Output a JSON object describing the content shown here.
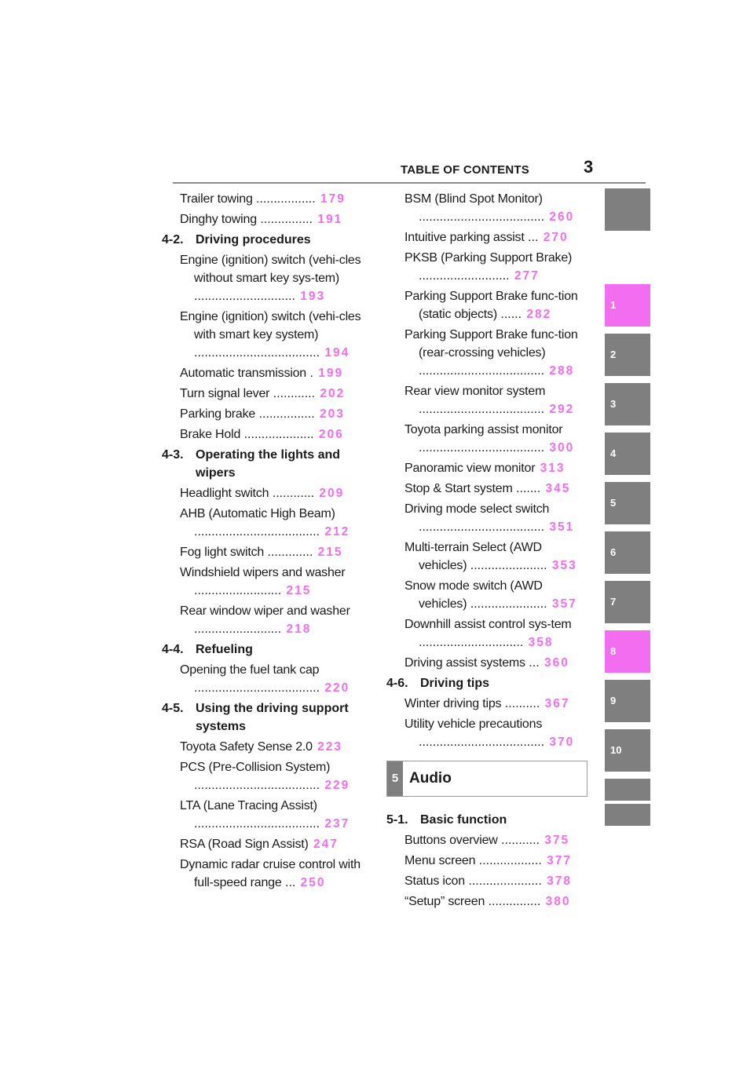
{
  "header": {
    "title": "TABLE OF CONTENTS",
    "page_number": "3"
  },
  "tabs": [
    "",
    "1",
    "2",
    "3",
    "4",
    "5",
    "6",
    "7",
    "8",
    "9",
    "10",
    "",
    ""
  ],
  "left_column": [
    {
      "kind": "entry",
      "text": "Trailer towing",
      "dots": ".................",
      "page": "179"
    },
    {
      "kind": "entry",
      "text": "Dinghy towing",
      "dots": "...............",
      "page": "191"
    },
    {
      "kind": "section",
      "num": "4-2.",
      "text": "Driving procedures"
    },
    {
      "kind": "entry",
      "text": "Engine (ignition) switch (vehi-cles without smart key sys-tem)",
      "dots": ".............................",
      "page": "193"
    },
    {
      "kind": "entry",
      "text": "Engine (ignition) switch (vehi-cles with smart key system)",
      "dots": "....................................",
      "page": "194"
    },
    {
      "kind": "entry",
      "text": "Automatic transmission",
      "dots": ".",
      "page": "199"
    },
    {
      "kind": "entry",
      "text": "Turn signal lever",
      "dots": "............",
      "page": "202"
    },
    {
      "kind": "entry",
      "text": "Parking brake",
      "dots": "................",
      "page": "203"
    },
    {
      "kind": "entry",
      "text": "Brake Hold",
      "dots": "....................",
      "page": "206"
    },
    {
      "kind": "section",
      "num": "4-3.",
      "text": "Operating the lights and wipers"
    },
    {
      "kind": "entry",
      "text": "Headlight switch",
      "dots": "............",
      "page": "209"
    },
    {
      "kind": "entry",
      "text": "AHB (Automatic High Beam)",
      "dots": "....................................",
      "page": "212"
    },
    {
      "kind": "entry",
      "text": "Fog light switch",
      "dots": ".............",
      "page": "215"
    },
    {
      "kind": "entry",
      "text": "Windshield wipers and washer",
      "dots": ".........................",
      "page": "215"
    },
    {
      "kind": "entry",
      "text": "Rear window wiper and washer",
      "dots": ".........................",
      "page": "218"
    },
    {
      "kind": "section",
      "num": "4-4.",
      "text": "Refueling"
    },
    {
      "kind": "entry",
      "text": "Opening the fuel tank cap",
      "dots": "....................................",
      "page": "220"
    },
    {
      "kind": "section",
      "num": "4-5.",
      "text": "Using the driving support systems"
    },
    {
      "kind": "entry",
      "text": "Toyota Safety Sense 2.0",
      "dots": "",
      "page": "223"
    },
    {
      "kind": "entry",
      "text": "PCS (Pre-Collision System)",
      "dots": "....................................",
      "page": "229"
    },
    {
      "kind": "entry",
      "text": "LTA (Lane Tracing Assist)",
      "dots": "....................................",
      "page": "237"
    },
    {
      "kind": "entry",
      "text": "RSA (Road Sign Assist)",
      "dots": "",
      "page": "247"
    },
    {
      "kind": "entry",
      "text": "Dynamic radar cruise control with full-speed range",
      "dots": "...",
      "page": "250"
    }
  ],
  "right_column": [
    {
      "kind": "entry",
      "text": "BSM (Blind Spot Monitor)",
      "dots": "....................................",
      "page": "260"
    },
    {
      "kind": "entry",
      "text": "Intuitive parking assist",
      "dots": "...",
      "page": "270"
    },
    {
      "kind": "entry",
      "text": "PKSB (Parking Support Brake)",
      "dots": "..........................",
      "page": "277"
    },
    {
      "kind": "entry",
      "text": "Parking Support Brake func-tion (static objects)",
      "dots": "......",
      "page": "282"
    },
    {
      "kind": "entry",
      "text": "Parking Support Brake func-tion (rear-crossing vehicles)",
      "dots": "....................................",
      "page": "288"
    },
    {
      "kind": "entry",
      "text": "Rear view monitor system",
      "dots": "....................................",
      "page": "292"
    },
    {
      "kind": "entry",
      "text": "Toyota parking assist monitor",
      "dots": "....................................",
      "page": "300"
    },
    {
      "kind": "entry",
      "text": "Panoramic view monitor",
      "dots": "",
      "page": "313"
    },
    {
      "kind": "entry",
      "text": "Stop & Start system",
      "dots": ".......",
      "page": "345"
    },
    {
      "kind": "entry",
      "text": "Driving mode select switch",
      "dots": "....................................",
      "page": "351"
    },
    {
      "kind": "entry",
      "text": "Multi-terrain Select (AWD vehicles)",
      "dots": "......................",
      "page": "353"
    },
    {
      "kind": "entry",
      "text": "Snow mode switch (AWD vehicles)",
      "dots": "......................",
      "page": "357"
    },
    {
      "kind": "entry",
      "text": "Downhill assist control sys-tem",
      "dots": "..............................",
      "page": "358"
    },
    {
      "kind": "entry",
      "text": "Driving assist systems",
      "dots": "...",
      "page": "360"
    },
    {
      "kind": "section",
      "num": "4-6.",
      "text": "Driving tips"
    },
    {
      "kind": "entry",
      "text": "Winter driving tips",
      "dots": "..........",
      "page": "367"
    },
    {
      "kind": "entry",
      "text": "Utility vehicle precautions",
      "dots": "....................................",
      "page": "370"
    },
    {
      "kind": "chapter",
      "num": "5",
      "text": "Audio"
    },
    {
      "kind": "section",
      "num": "5-1.",
      "text": "Basic function"
    },
    {
      "kind": "entry",
      "text": "Buttons overview",
      "dots": "...........",
      "page": "375"
    },
    {
      "kind": "entry",
      "text": "Menu screen",
      "dots": "..................",
      "page": "377"
    },
    {
      "kind": "entry",
      "text": "Status icon",
      "dots": ".....................",
      "page": "378"
    },
    {
      "kind": "entry",
      "text": "“Setup” screen",
      "dots": "...............",
      "page": "380"
    }
  ],
  "colors": {
    "accent_pink": "#f26df0",
    "tab_gray": "#7f7f7f",
    "rule_gray": "#8a8a8a"
  }
}
